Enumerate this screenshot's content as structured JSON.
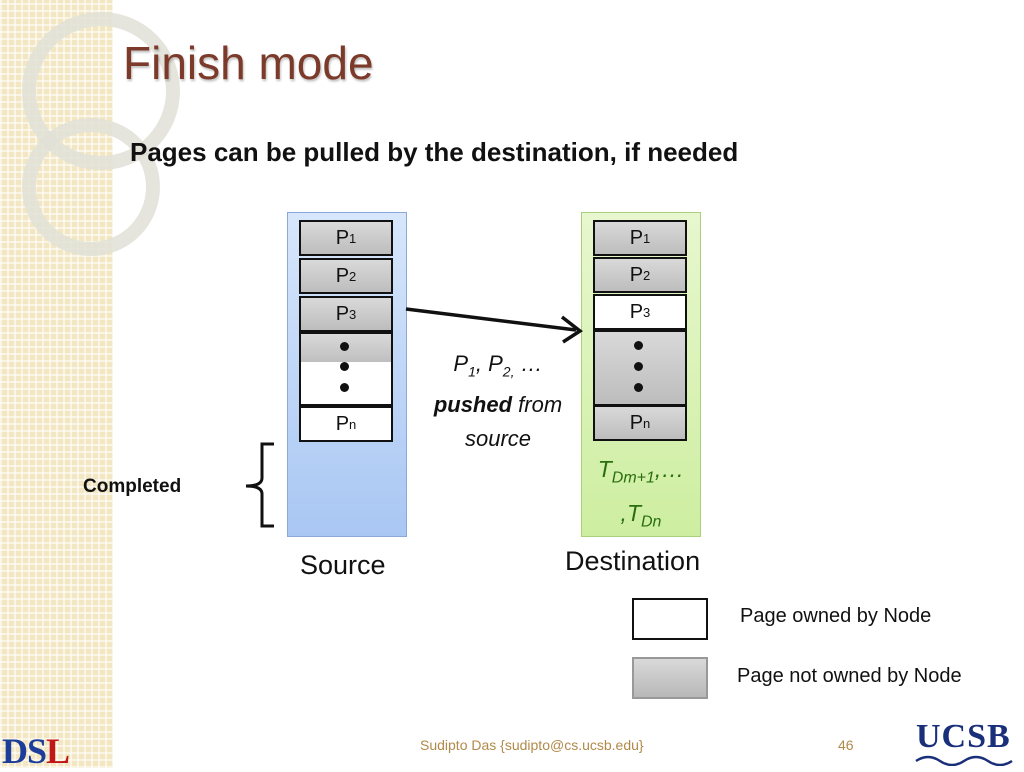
{
  "slide": {
    "title": "Finish mode",
    "subtitle": "Pages can be pulled by the destination, if needed",
    "page_number": "46",
    "footer": "Sudipto Das {sudipto@cs.ucsb.edu}",
    "logo_left": {
      "d": "D",
      "s": "S",
      "l": "L"
    },
    "logo_right": "UCSB"
  },
  "source": {
    "label": "Source",
    "pages": [
      {
        "name": "P",
        "sub": "1",
        "owned": false
      },
      {
        "name": "P",
        "sub": "2",
        "owned": false
      },
      {
        "name": "P",
        "sub": "3",
        "owned": false
      },
      {
        "name": "P",
        "sub": "n",
        "owned": true
      }
    ]
  },
  "destination": {
    "label": "Destination",
    "pages": [
      {
        "name": "P",
        "sub": "1",
        "owned": false
      },
      {
        "name": "P",
        "sub": "2",
        "owned": false
      },
      {
        "name": "P",
        "sub": "3",
        "owned": true
      },
      {
        "name": "P",
        "sub": "n",
        "owned": false
      }
    ],
    "transactions": {
      "line1_t": "T",
      "line1_sub": "Dm+1",
      "line1_rest": ",…",
      "line2_pre": ",",
      "line2_t": "T",
      "line2_sub": "Dn"
    }
  },
  "arrow_note": {
    "p1": "P",
    "p1_sub": "1",
    "p2": ", P",
    "p2_sub": "2,",
    "ellipsis": " …",
    "pushed": "pushed",
    "from": " from",
    "source": "source"
  },
  "completed_label": "Completed",
  "legend": {
    "owned_label": "Page owned by Node",
    "not_owned_label": "Page not owned by Node"
  },
  "colors": {
    "title": "#7b3a2a",
    "source_fill": "#a9c7f3",
    "destination_fill": "#cdeea0",
    "transaction_text": "#2a6e0f"
  }
}
